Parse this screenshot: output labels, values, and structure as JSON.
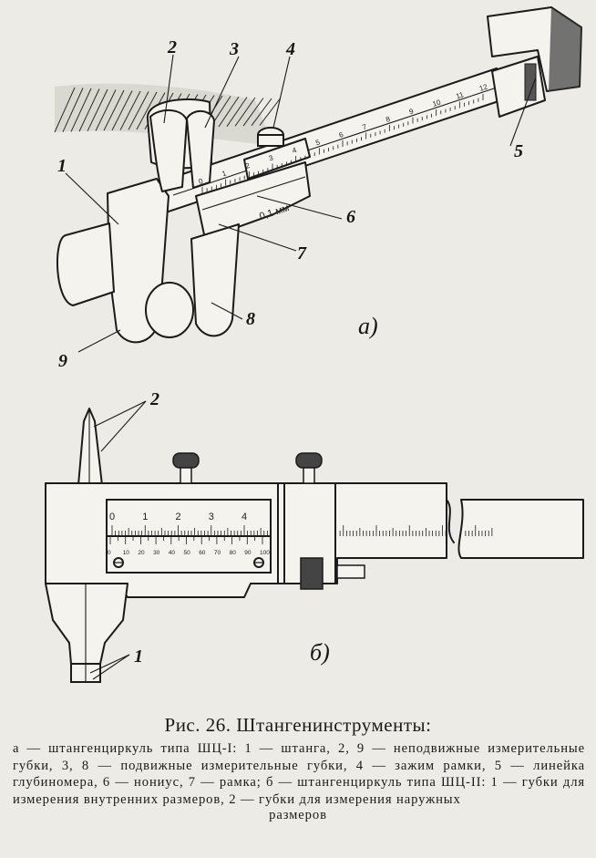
{
  "figure_a": {
    "labels": [
      "1",
      "2",
      "3",
      "4",
      "5",
      "6",
      "7",
      "8",
      "9"
    ],
    "scale_numbers": [
      "0",
      "1",
      "2",
      "3",
      "4",
      "5",
      "6",
      "7",
      "8",
      "9",
      "10",
      "11",
      "12"
    ],
    "vernier_text": "0,1 мм",
    "sublabel": "а)"
  },
  "figure_b": {
    "labels": [
      "2",
      "1"
    ],
    "main_scale": [
      "0",
      "1",
      "2",
      "3",
      "4"
    ],
    "vernier_scale": [
      "0",
      "10",
      "20",
      "30",
      "40",
      "50",
      "60",
      "70",
      "80",
      "90",
      "100"
    ],
    "sublabel": "б)"
  },
  "caption": {
    "title": "Рис. 26. Штангенинструменты:",
    "text": "а — штангенциркуль типа ШЦ-I: 1 — штанга, 2, 9 — неподвижные измерительные губки, 3, 8 — подвижные измерительные губки, 4 — зажим рамки, 5 — линейка глубиномера, 6 — нониус, 7 — рамка; б — штангенциркуль типа ШЦ-II: 1 — губки для измерения внутренних размеров, 2 — губки для измерения наружных",
    "last_line": "размеров"
  }
}
